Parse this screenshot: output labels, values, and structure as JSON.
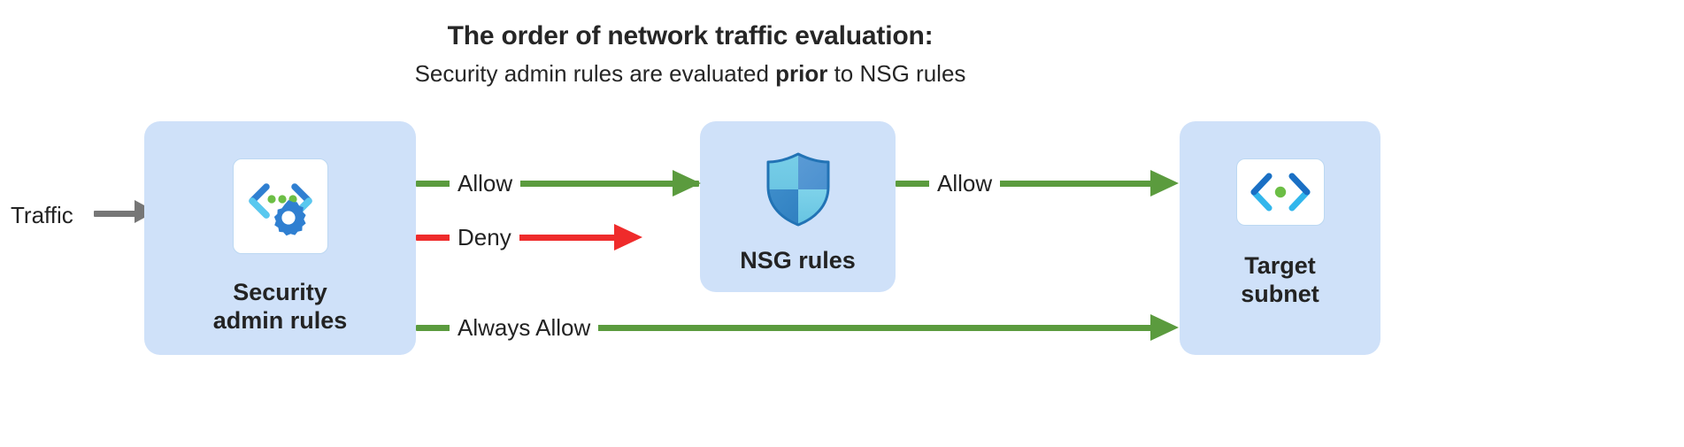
{
  "header": {
    "title": "The order of network traffic evaluation:",
    "subtitle_before": "Security admin rules are evaluated ",
    "subtitle_emphasis": "prior",
    "subtitle_after": " to NSG rules"
  },
  "colors": {
    "node_fill": "#cfe1f9",
    "allow_green": "#5b9b3e",
    "deny_red": "#ef2b2b",
    "traffic_gray": "#767676",
    "icon_blue": "#2f7fd1",
    "icon_cyan": "#32c3ed",
    "icon_green_dot": "#6cbe45",
    "text": "#232323"
  },
  "entry": {
    "label": "Traffic",
    "arrow_icon": "right-arrow-icon"
  },
  "nodes": [
    {
      "id": "security-admin-rules",
      "label": "Security\nadmin rules",
      "icon": "code-brackets-gear-icon"
    },
    {
      "id": "nsg-rules",
      "label": "NSG rules",
      "icon": "shield-icon"
    },
    {
      "id": "target-subnet",
      "label": "Target\nsubnet",
      "icon": "code-brackets-dot-icon"
    }
  ],
  "connectors": [
    {
      "id": "allow-to-nsg",
      "label": "Allow",
      "verdict": "allow",
      "from": "security-admin-rules",
      "to": "nsg-rules"
    },
    {
      "id": "deny",
      "label": "Deny",
      "verdict": "deny",
      "from": "security-admin-rules",
      "to": ""
    },
    {
      "id": "allow-to-target",
      "label": "Allow",
      "verdict": "allow",
      "from": "nsg-rules",
      "to": "target-subnet"
    },
    {
      "id": "always-allow",
      "label": "Always Allow",
      "verdict": "allow",
      "from": "security-admin-rules",
      "to": "target-subnet"
    }
  ]
}
